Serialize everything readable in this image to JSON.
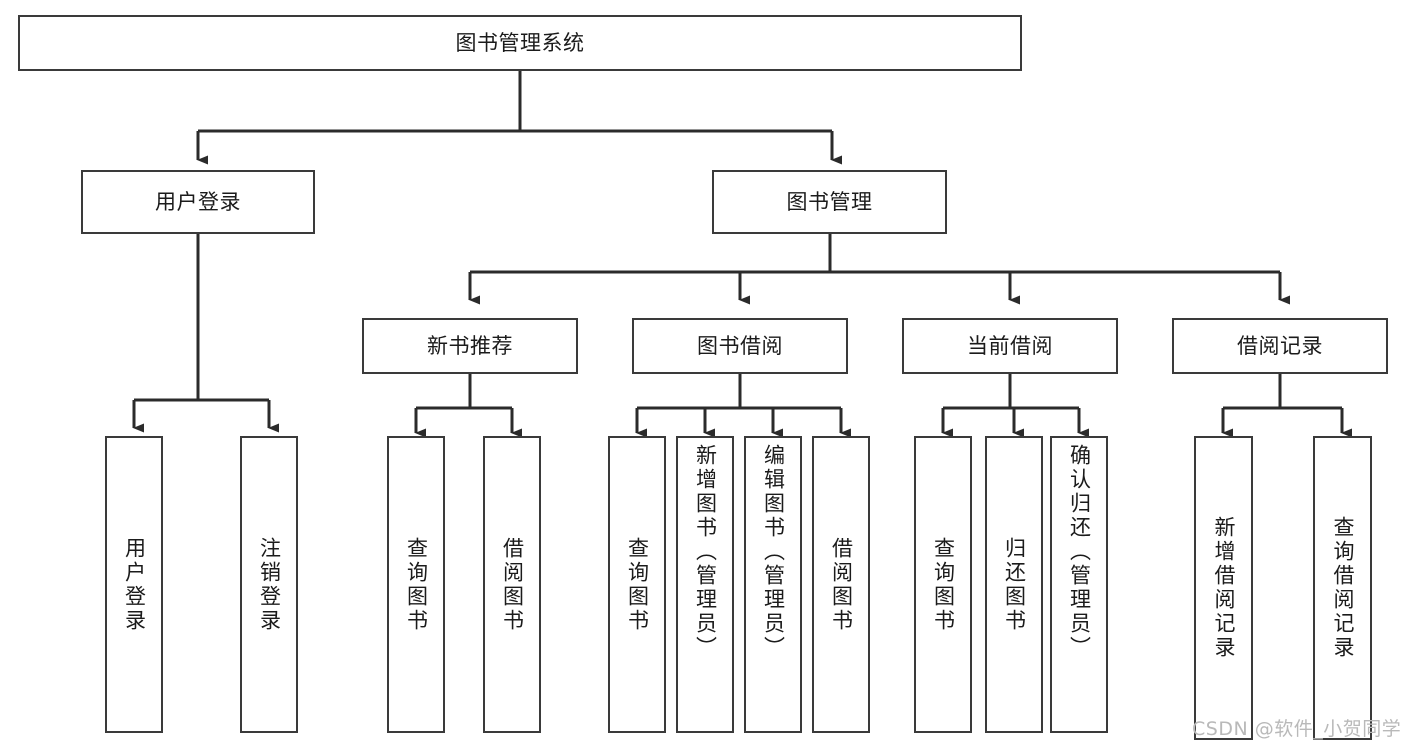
{
  "diagram": {
    "title": "图书管理系统",
    "type": "hierarchy-tree",
    "orientation": "top-down",
    "colors": {
      "box_border": "#3a3a3a",
      "box_fill": "#ffffff",
      "edge": "#2b2b2b",
      "text": "#1b1b1b",
      "watermark": "#b9b9b9",
      "background": "#ffffff"
    },
    "levels": {
      "root": {
        "label": "图书管理系统"
      },
      "level2": [
        {
          "label": "用户登录"
        },
        {
          "label": "图书管理"
        }
      ],
      "level3": [
        {
          "label": "新书推荐"
        },
        {
          "label": "图书借阅"
        },
        {
          "label": "当前借阅"
        },
        {
          "label": "借阅记录"
        }
      ],
      "leaves": {
        "user_login": [
          {
            "label": "用户登录"
          },
          {
            "label": "注销登录"
          }
        ],
        "new_book_recommend": [
          {
            "label": "查询图书"
          },
          {
            "label": "借阅图书"
          }
        ],
        "book_borrow": [
          {
            "label": "查询图书"
          },
          {
            "label": "新增图书（管理员）"
          },
          {
            "label": "编辑图书（管理员）"
          },
          {
            "label": "借阅图书"
          }
        ],
        "current_borrow": [
          {
            "label": "查询图书"
          },
          {
            "label": "归还图书"
          },
          {
            "label": "确认归还（管理员）"
          }
        ],
        "borrow_record": [
          {
            "label": "新增借阅记录"
          },
          {
            "label": "查询借阅记录"
          }
        ]
      }
    }
  },
  "watermark": {
    "text": "CSDN @软件_小贺同学"
  }
}
